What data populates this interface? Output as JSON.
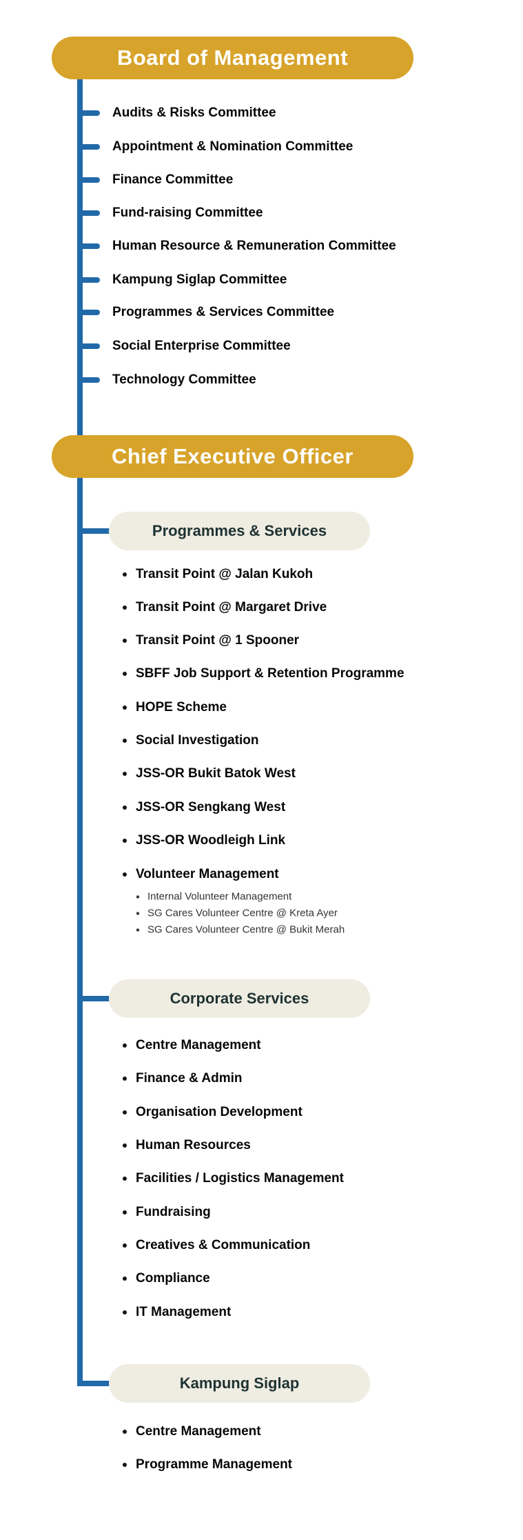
{
  "colors": {
    "gold_pill": "#D7A32A",
    "connector_blue": "#2169A8",
    "dept_pill_bg": "#EFECE2",
    "dept_pill_text": "#1E3232",
    "item_text": "#060606",
    "subitem_text": "#333333",
    "background": "#FFFFFF"
  },
  "board": {
    "title": "Board of Management",
    "committees": [
      {
        "label": "Audits & Risks Committee"
      },
      {
        "label": "Appointment & Nomination Committee"
      },
      {
        "label": "Finance Committee"
      },
      {
        "label": "Fund-raising Committee"
      },
      {
        "label": "Human Resource & Remuneration Committee"
      },
      {
        "label": "Kampung Siglap Committee"
      },
      {
        "label": "Programmes & Services Committee"
      },
      {
        "label": "Social Enterprise Committee"
      },
      {
        "label": "Technology Committee"
      }
    ]
  },
  "ceo": {
    "title": "Chief Executive Officer"
  },
  "programmes": {
    "title": "Programmes & Services",
    "items": [
      {
        "label": "Transit Point @ Jalan Kukoh"
      },
      {
        "label": "Transit Point @ Margaret Drive"
      },
      {
        "label": "Transit Point @ 1 Spooner"
      },
      {
        "label": "SBFF Job Support & Retention Programme"
      },
      {
        "label": "HOPE Scheme"
      },
      {
        "label": "Social Investigation"
      },
      {
        "label": "JSS-OR Bukit Batok West"
      },
      {
        "label": "JSS-OR Sengkang West"
      },
      {
        "label": "JSS-OR Woodleigh Link"
      },
      {
        "label": "Volunteer Management"
      }
    ],
    "volunteer_sub_items": [
      {
        "label": "Internal Volunteer Management"
      },
      {
        "label": "SG Cares Volunteer Centre @ Kreta Ayer"
      },
      {
        "label": "SG Cares Volunteer Centre @ Bukit Merah"
      }
    ]
  },
  "corporate": {
    "title": "Corporate Services",
    "items": [
      {
        "label": "Centre Management"
      },
      {
        "label": "Finance & Admin"
      },
      {
        "label": "Organisation Development"
      },
      {
        "label": "Human Resources"
      },
      {
        "label": "Facilities / Logistics Management"
      },
      {
        "label": "Fundraising"
      },
      {
        "label": "Creatives & Communication"
      },
      {
        "label": "Compliance"
      },
      {
        "label": "IT Management"
      }
    ]
  },
  "kampung": {
    "title": "Kampung Siglap",
    "items": [
      {
        "label": "Centre Management"
      },
      {
        "label": "Programme Management"
      }
    ]
  }
}
